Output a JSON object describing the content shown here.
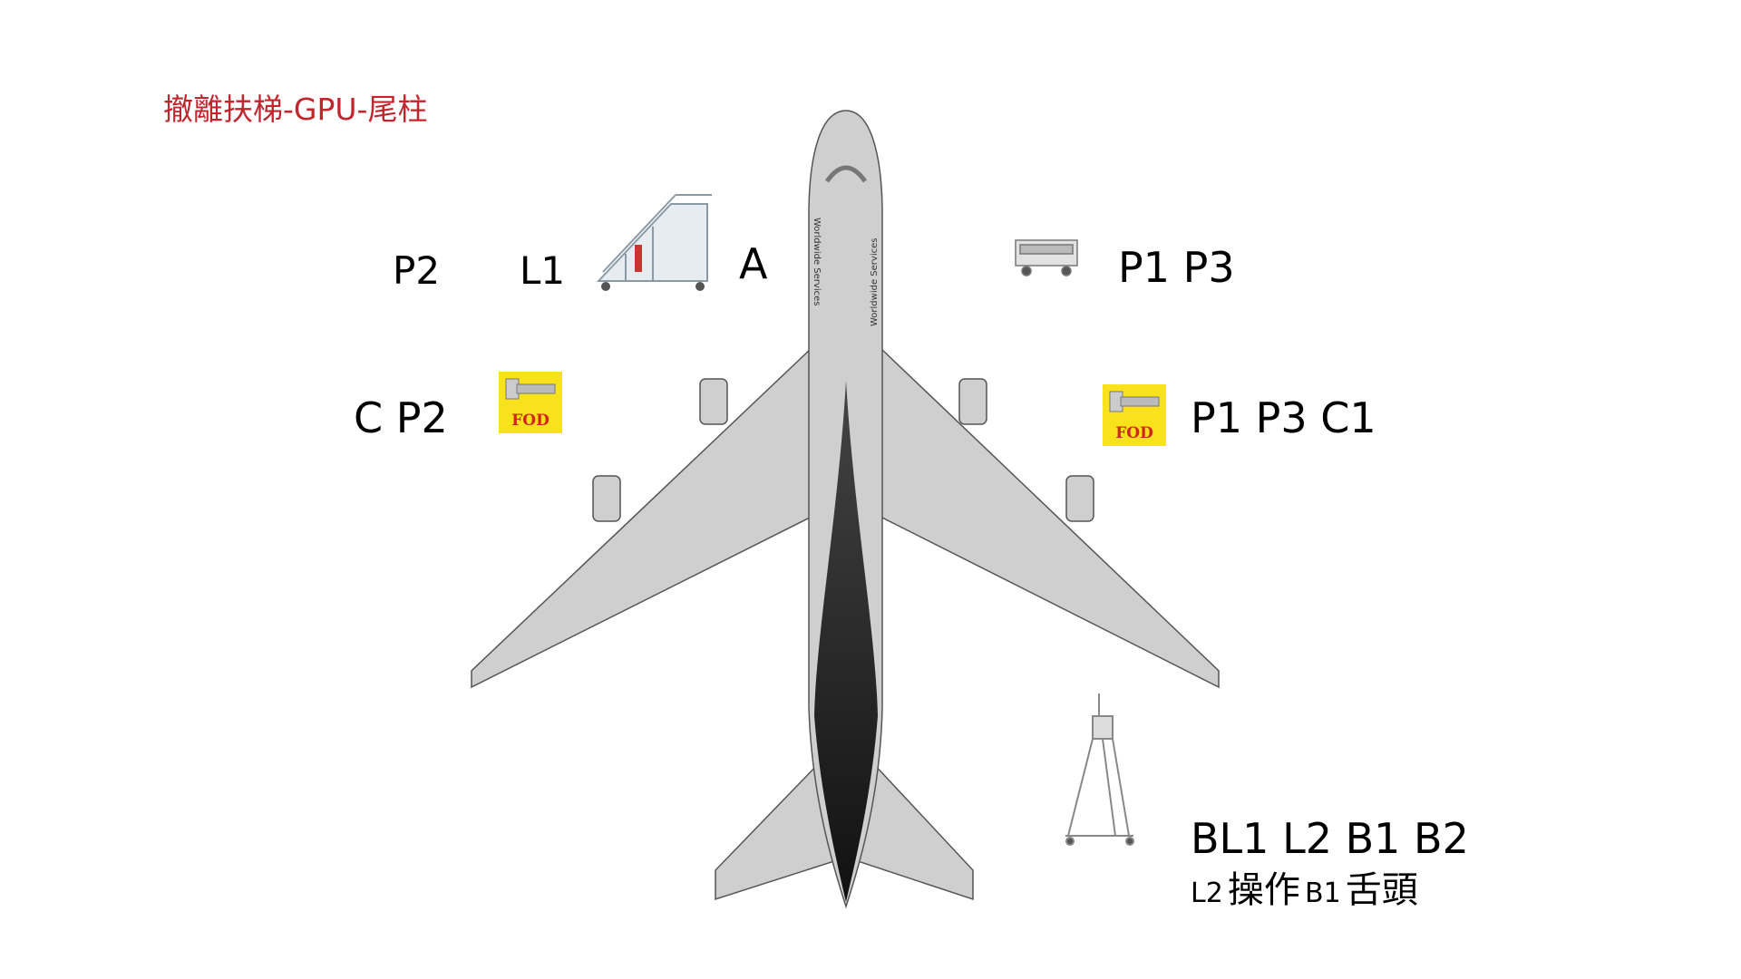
{
  "title": "撤離扶梯-GPU-尾柱",
  "labels": {
    "p2_top": "P2",
    "l1": "L1",
    "a": "A",
    "p1_p3_top": "P1  P3",
    "c_p2": "C  P2",
    "p1_p3_c1": "P1  P3  C1",
    "bl1_l2_b1_b2": "BL1  L2  B1  B2"
  },
  "note": {
    "l2": "L2",
    "l2_text": "操作",
    "b1": "B1",
    "b1_text": "舌頭"
  },
  "fod_label": "FOD",
  "fuselage_text": "Worldwide Services",
  "colors": {
    "title": "#c0262d",
    "fod_bg": "#f7e21b",
    "fod_text": "#d0261e",
    "aircraft": "#cfcfcf"
  }
}
